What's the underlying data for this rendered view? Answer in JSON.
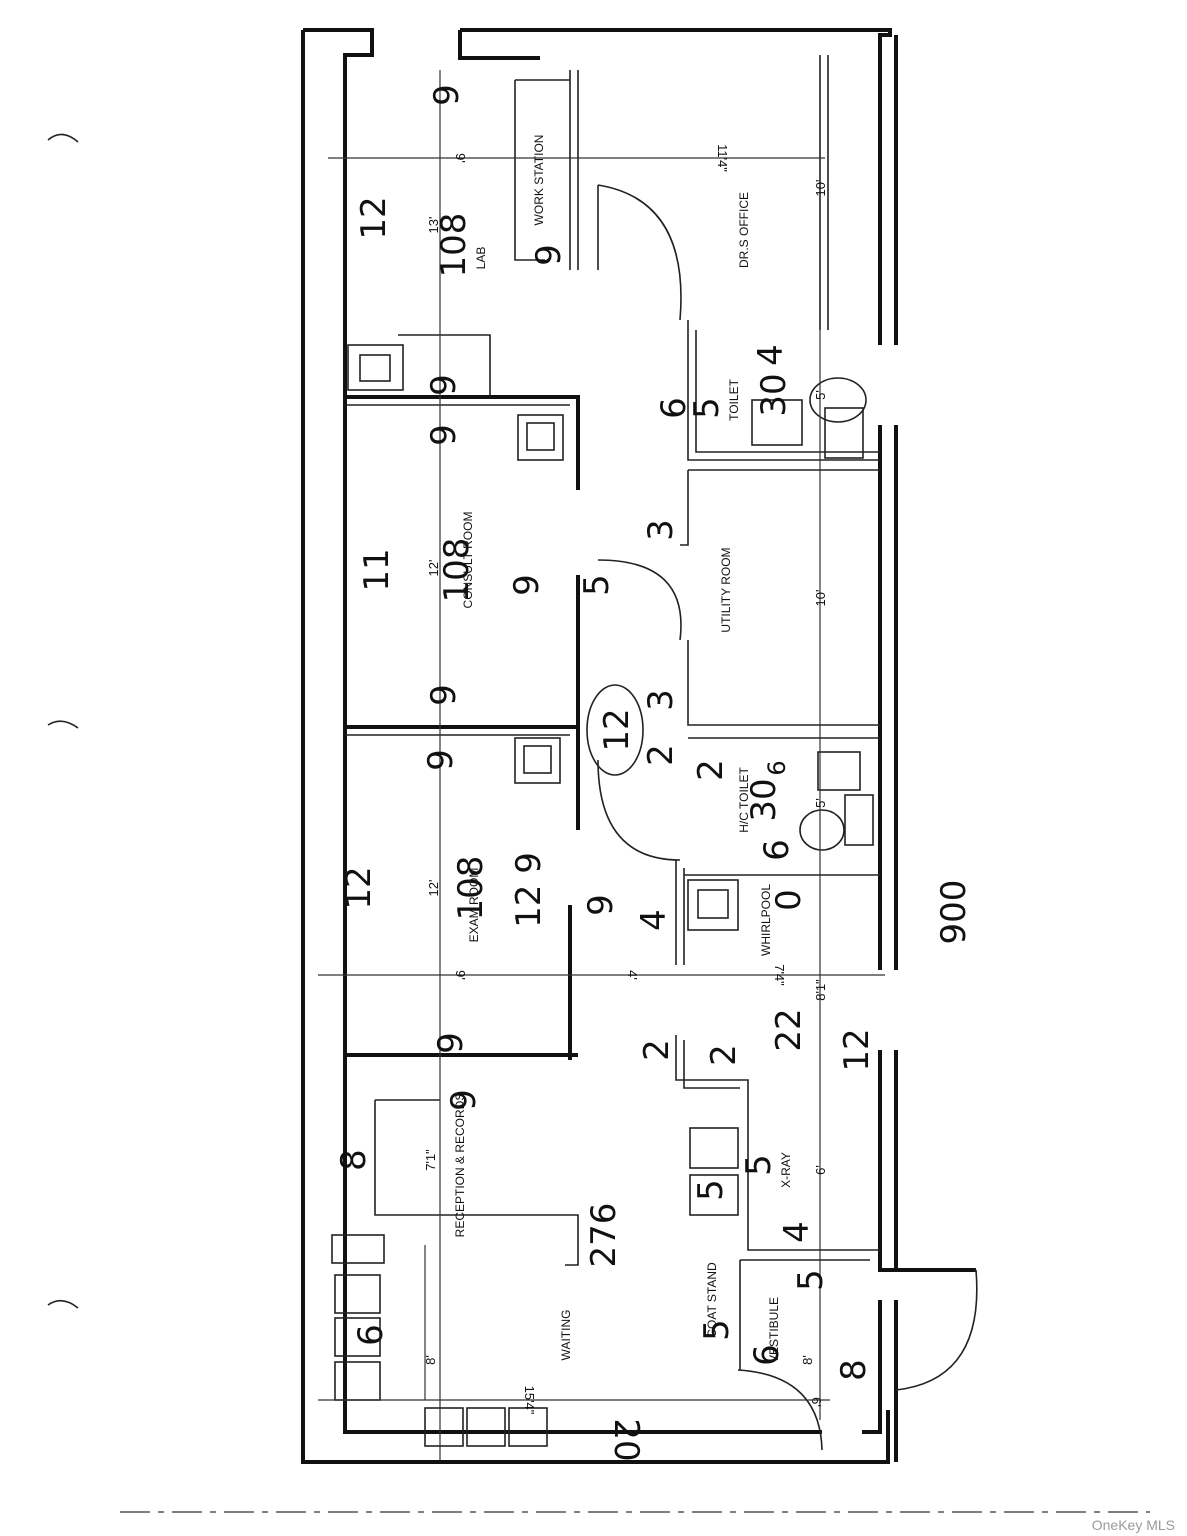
{
  "rooms": {
    "work_station": "WORK STATION",
    "lab": "LAB",
    "drs_office": "DR.S OFFICE",
    "toilet": "TOILET",
    "consult_room": "CONSULT ROOM",
    "utility_room": "UTILITY ROOM",
    "hc_toilet": "H/C TOILET",
    "exam_room": "EXAM ROOM",
    "whirlpool": "WHIRLPOOL",
    "reception": "RECEPTION & RECORDS",
    "xray": "X-RAY",
    "coat_stand": "COAT STAND",
    "waiting": "WAITING",
    "vestibule": "VESTIBULE"
  },
  "dimensions": {
    "d_9_top": "9'",
    "d_114": "11'4\"",
    "d_13": "13'",
    "d_10_office": "10'",
    "d_5_toilet": "5'",
    "d_12_consult": "12'",
    "d_10_utility": "10'",
    "d_5_hc": "5'",
    "d_12_exam": "12'",
    "d_9_mid": "9'",
    "d_4": "4'",
    "d_74": "7'4\"",
    "d_81": "8'1\"",
    "d_71": "7'1\"",
    "d_6_xray": "6'",
    "d_8_waiting": "8'",
    "d_154": "15'4\"",
    "d_8_vest": "8'",
    "d_6_vest": "6'"
  },
  "handwritten": {
    "h_9_a": "9",
    "h_12_lab": "12",
    "h_108": "108",
    "h_9_ws": "9",
    "h_9_b": "9",
    "h_9_c": "9",
    "h_6": "6",
    "h_5": "5",
    "h_30": "30",
    "h_4": "4",
    "h_3": "3",
    "h_11": "11",
    "h_108b": "108",
    "h_9_d": "9",
    "h_5b": "5",
    "h_9_e": "9",
    "h_3b": "3",
    "h_12circ": "12",
    "h_2": "2",
    "h_9_f": "9",
    "h_2b": "2",
    "h_30b": "30",
    "h_6b": "6",
    "h_6c": "6",
    "h_12": "12",
    "h_108c": "108",
    "h_129": "12 9",
    "h_9_g": "9",
    "h_4b": "4",
    "h_0": "0",
    "h_22": "22",
    "h_12b": "12",
    "h_9_h": "9",
    "h_2c": "2",
    "h_2d": "2",
    "h_8": "8",
    "h_9_i": "9",
    "h_5c": "5",
    "h_5d": "5",
    "h_276": "276",
    "h_4c": "4",
    "h_5e": "5",
    "h_5f": "5",
    "h_6d": "6",
    "h_6e": "6",
    "h_8b": "8",
    "h_20": "20",
    "h_900": "900"
  },
  "watermark": "OneKey MLS"
}
